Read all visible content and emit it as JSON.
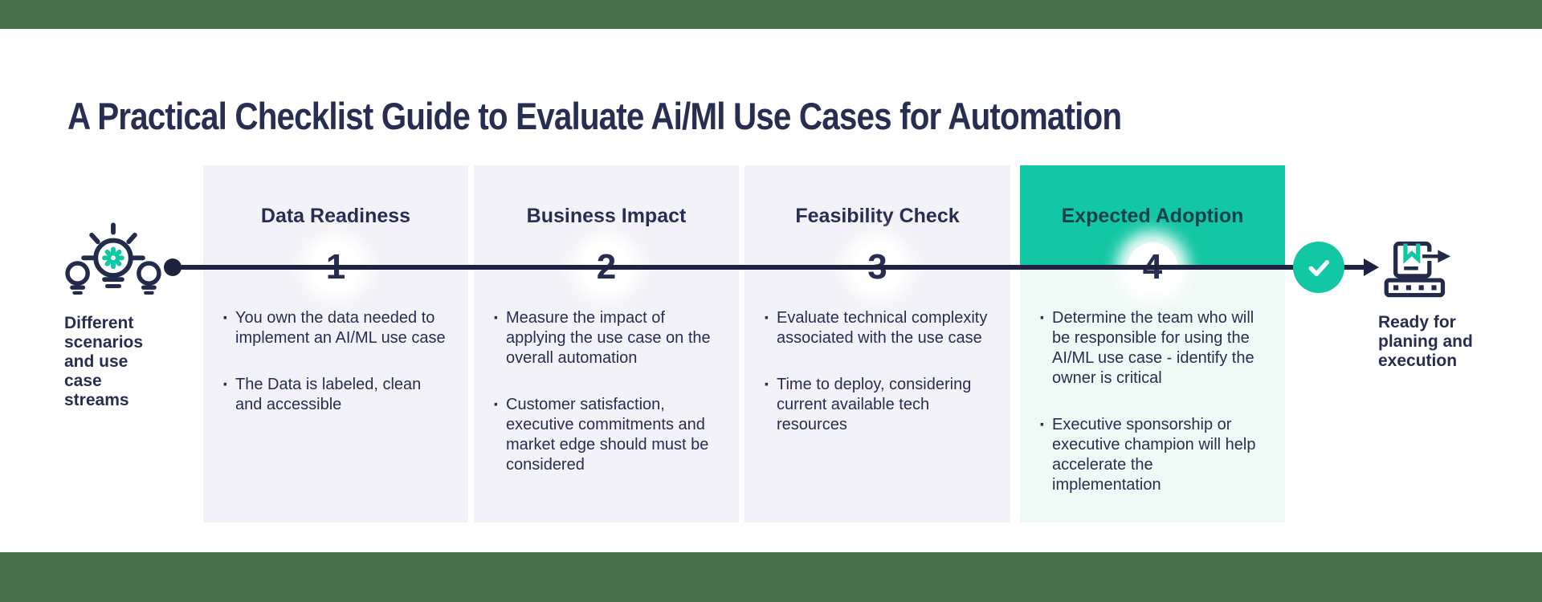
{
  "title": "A Practical Checklist Guide to Evaluate Ai/Ml Use Cases for Automation",
  "left_flow": {
    "caption": "Different scenarios and use case streams"
  },
  "right_flow": {
    "caption": "Ready for planing and execution"
  },
  "cards": [
    {
      "number": "1",
      "title": "Data Readiness",
      "bullets": [
        "You own the data needed to implement an AI/ML use case",
        "The Data is labeled, clean and accessible"
      ]
    },
    {
      "number": "2",
      "title": "Business Impact",
      "bullets": [
        "Measure the impact of applying the use case on the overall automation",
        "Customer satisfaction, executive commitments and market edge should must be considered"
      ]
    },
    {
      "number": "3",
      "title": "Feasibility Check",
      "bullets": [
        "Evaluate technical complexity associated with the use case",
        "Time to deploy, considering current available tech resources"
      ]
    },
    {
      "number": "4",
      "title": "Expected Adoption",
      "bullets": [
        "Determine the team who will be responsible for using the AI/ML use case - identify the owner is critical",
        "Executive sponsorship or executive champion will help accelerate the implementation"
      ]
    }
  ],
  "ui": {
    "bullet_glyph": "·"
  },
  "icons": {
    "left": "idea-lightbulbs-icon",
    "check": "check-icon",
    "right": "package-conveyor-icon"
  },
  "colors": {
    "band_green": "#47704d",
    "navy_text": "#272e52",
    "timeline_navy": "#1d2340",
    "teal": "#12c7a3",
    "card_bg": "#f2f2f8",
    "highlight_body_bg": "#eefaf6",
    "highlight_title": "#123f4c"
  }
}
